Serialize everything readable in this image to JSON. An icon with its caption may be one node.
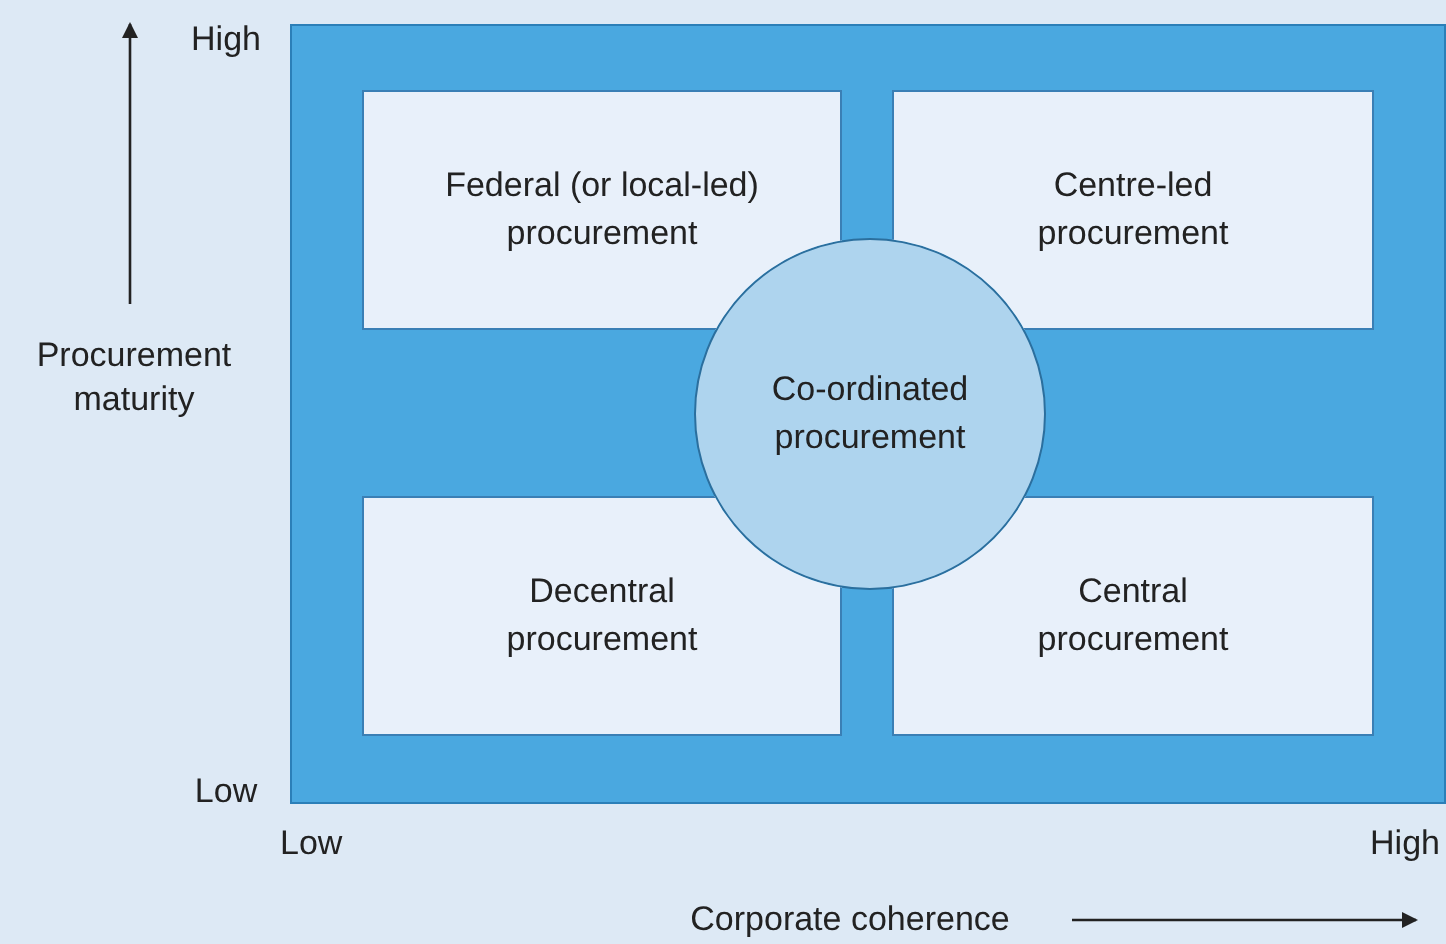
{
  "diagram": {
    "nodes": [
      {
        "text": [],
        "shape": "box"
      },
      {
        "text": [
          "Federal (or local-led) procurement"
        ],
        "in": 0
      },
      {
        "text": [
          "Centre-led procurement"
        ],
        "in": 0
      },
      {
        "text": [
          "Co-ordinated procurement"
        ],
        "in": 0
      },
      {
        "text": [
          "Decentral procurement"
        ],
        "in": 0
      },
      {
        "text": [
          "Central procurement"
        ],
        "in": 0
      }
    ],
    "edges": [],
    "labels": [
      "High",
      "Procurement maturity",
      "Low",
      "Low",
      "High",
      "Corporate coherence"
    ]
  }
}
